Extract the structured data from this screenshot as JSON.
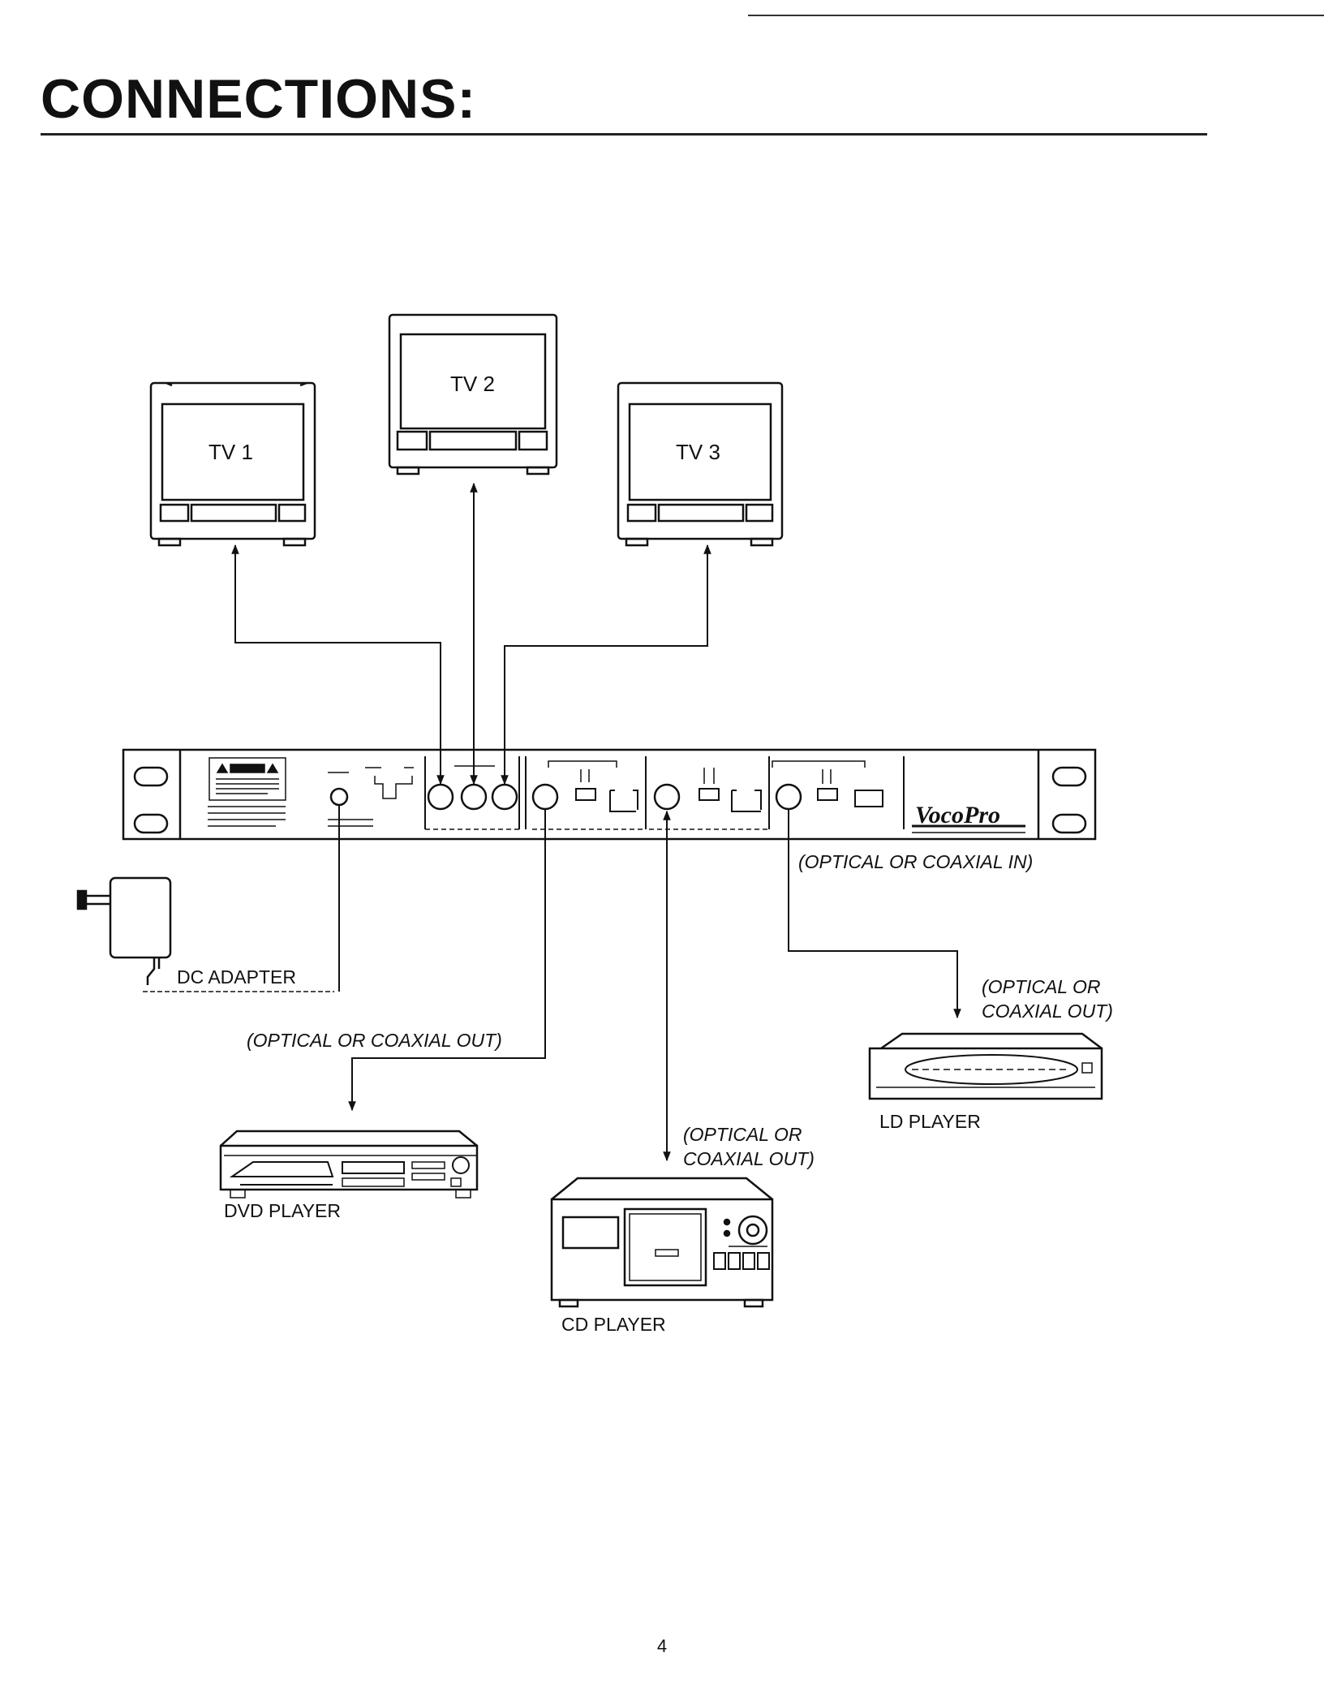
{
  "page": {
    "title": "CONNECTIONS:",
    "page_number": "4"
  },
  "devices": {
    "tv1": "TV 1",
    "tv2": "TV 2",
    "tv3": "TV 3",
    "dc_adapter": "DC ADAPTER",
    "dvd_player": "DVD PLAYER",
    "cd_player": "CD PLAYER",
    "ld_player": "LD PLAYER"
  },
  "annotations": {
    "optical_coaxial_in": "(OPTICAL OR COAXIAL IN)",
    "dvd_out": "(OPTICAL OR COAXIAL OUT)",
    "ld_out_line1": "(OPTICAL OR",
    "ld_out_line2": "COAXIAL OUT)",
    "cd_out_line1": "(OPTICAL OR",
    "cd_out_line2": "COAXIAL OUT)"
  },
  "unit": {
    "brand": "VocoPro"
  },
  "colors": {
    "ink": "#111111",
    "paper": "#ffffff"
  }
}
